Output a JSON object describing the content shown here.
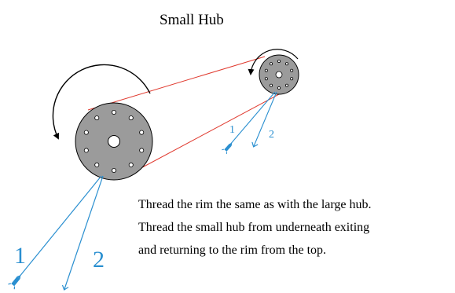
{
  "title": "Small Hub",
  "caption": {
    "lines": [
      "Thread the rim the same as with the large hub.",
      "Thread the small hub from underneath exiting",
      "and returning to the rim from the top."
    ]
  },
  "large_hub": {
    "thread_labels": [
      "1",
      "2"
    ],
    "hole_count": 10
  },
  "small_hub": {
    "thread_labels": [
      "1",
      "2"
    ],
    "hole_count": 10
  },
  "colors": {
    "hub_fill": "#9b9b9b",
    "thread": "#2a8fd0",
    "rim_line": "#e03a2f",
    "arrow": "#000000"
  }
}
